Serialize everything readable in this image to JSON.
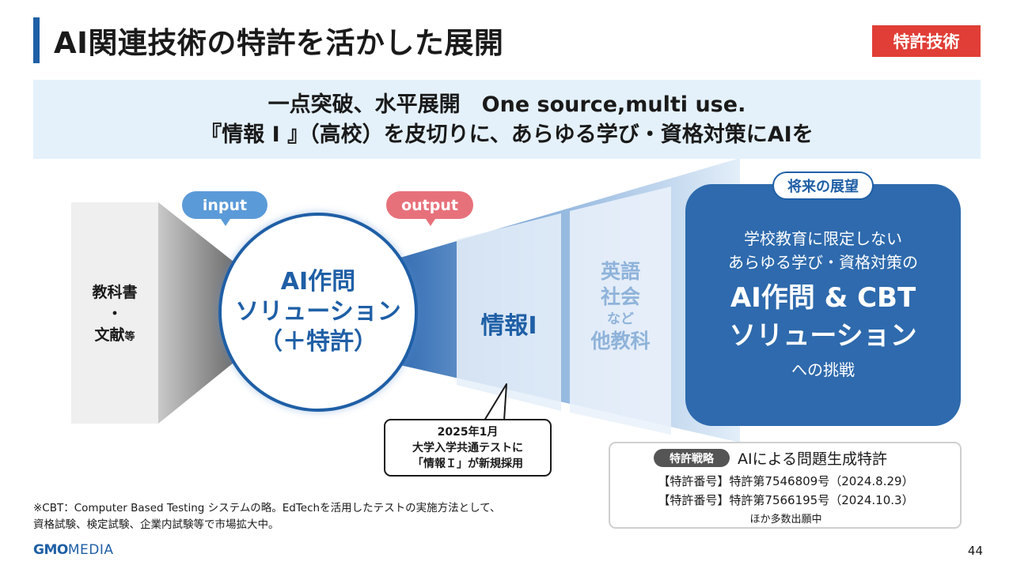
{
  "header": {
    "title": "AI関連技術の特許を活かした展開",
    "badge": "特許技術"
  },
  "banner": {
    "line1": "一点突破、水平展開　One source,multi use.",
    "line2": "『情報 I 』（高校）を皮切りに、あらゆる学び・資格対策にAIを"
  },
  "diagram": {
    "input_label": "input",
    "output_label": "output",
    "source": [
      "教科書",
      "・",
      "文献",
      "等"
    ],
    "core": [
      "AI作問",
      "ソリューション",
      "（＋特許）"
    ],
    "stage1": "情報I",
    "stage2": [
      "英語",
      "社会",
      "など",
      "他教科"
    ],
    "future_tag": "将来の展望",
    "future": {
      "sub1": "学校教育に限定しない",
      "sub2": "あらゆる学び・資格対策の",
      "main1": "AI作問 & CBT",
      "main2": "ソリューション",
      "tail": "への挑戦"
    },
    "callout": [
      "2025年1月",
      "大学入学共通テストに",
      "「情報Ｉ」が新規採用"
    ]
  },
  "patent": {
    "tag": "特許戦略",
    "heading": "AIによる問題生成特許",
    "line1": "【特許番号】特許第7546809号（2024.8.29）",
    "line2": "【特許番号】特許第7566195号（2024.10.3）",
    "line3": "ほか多数出願中"
  },
  "footnote": {
    "line1": "※CBT：Computer Based Testing システムの略。EdTechを活用したテストの実施方法として、",
    "line2": "資格試験、検定試験、企業内試験等で市場拡大中。"
  },
  "footer": {
    "logo_gmo": "GMO",
    "logo_media": "MEDIA",
    "page": "44"
  },
  "colors": {
    "accent": "#1f5fa6",
    "badge": "#e03e36",
    "input": "#5b9ad8",
    "output": "#e7717b",
    "future_box": "#2e6aad"
  }
}
